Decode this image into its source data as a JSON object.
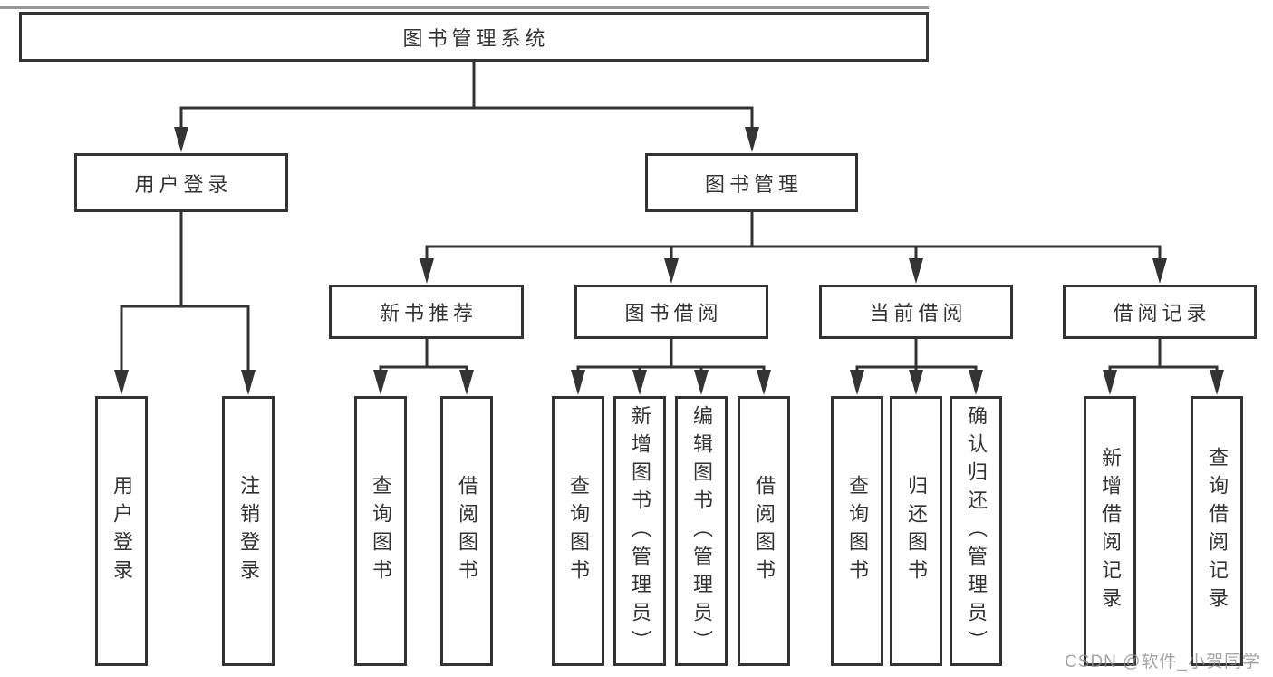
{
  "diagram_title": "图书管理系统",
  "tree": {
    "root": {
      "label": "图书管理系统"
    },
    "branches": [
      {
        "label": "用户登录",
        "children": [
          {
            "label": "用户登录"
          },
          {
            "label": "注销登录"
          }
        ]
      },
      {
        "label": "图书管理",
        "children": [
          {
            "label": "新书推荐",
            "children": [
              {
                "label": "查询图书"
              },
              {
                "label": "借阅图书"
              }
            ]
          },
          {
            "label": "图书借阅",
            "children": [
              {
                "label": "查询图书"
              },
              {
                "label": "新增图书（管理员）"
              },
              {
                "label": "编辑图书（管理员）"
              },
              {
                "label": "借阅图书"
              }
            ]
          },
          {
            "label": "当前借阅",
            "children": [
              {
                "label": "查询图书"
              },
              {
                "label": "归还图书"
              },
              {
                "label": "确认归还（管理员）"
              }
            ]
          },
          {
            "label": "借阅记录",
            "children": [
              {
                "label": "新增借阅记录"
              },
              {
                "label": "查询借阅记录"
              }
            ]
          }
        ]
      }
    ]
  },
  "watermark": {
    "text": "CSDN @软件_小贺同学"
  },
  "colors": {
    "line": "#333333",
    "text": "#333333",
    "box_background": "#ffffff",
    "watermark": "#8c8c8c",
    "top_edge": "#979797"
  }
}
